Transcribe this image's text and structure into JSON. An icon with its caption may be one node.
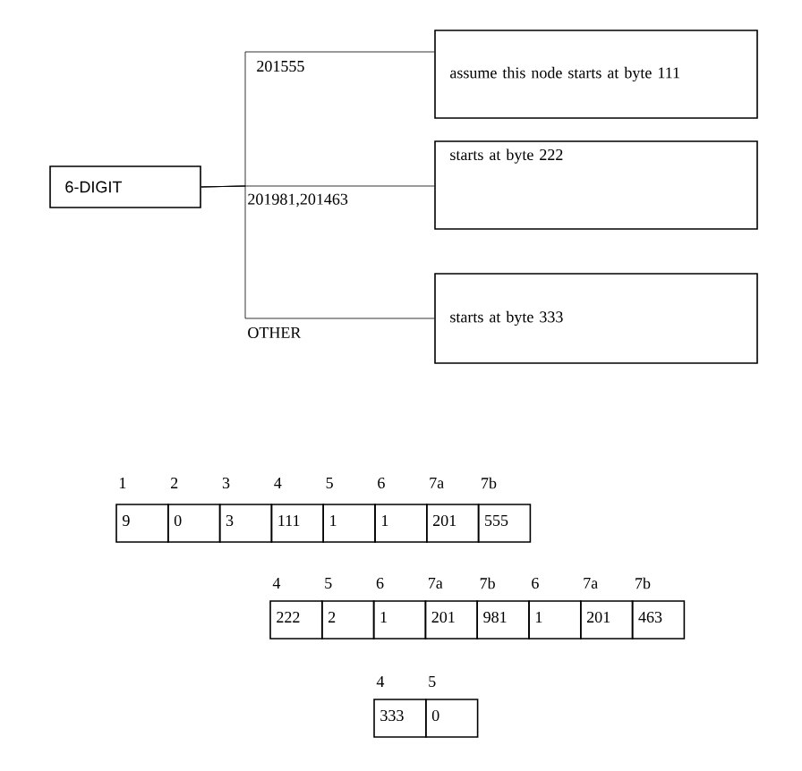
{
  "diagram": {
    "nodes": [
      {
        "text": [
          "6-DIGIT"
        ]
      },
      {
        "text": [
          "assume this node starts at byte 111"
        ]
      },
      {
        "text": [
          "starts at byte 222"
        ]
      },
      {
        "text": [
          "starts at byte 333"
        ]
      }
    ],
    "edges": [
      {
        "from": 0,
        "to": 1,
        "arrow": "none",
        "label": "201555"
      },
      {
        "from": 0,
        "to": 2,
        "arrow": "none",
        "label": "201981,201463"
      },
      {
        "from": 0,
        "to": 3,
        "arrow": "none",
        "label": "OTHER"
      }
    ],
    "labels": [
      "1",
      "2",
      "3",
      "4",
      "5",
      "6",
      "7a",
      "7b",
      "9",
      "0",
      "3",
      "111",
      "1",
      "1",
      "201",
      "555",
      "4",
      "5",
      "6",
      "7a",
      "7b",
      "6",
      "7a",
      "7b",
      "222",
      "2",
      "1",
      "201",
      "981",
      "1",
      "201",
      "463",
      "4",
      "5",
      "333",
      "0"
    ]
  }
}
